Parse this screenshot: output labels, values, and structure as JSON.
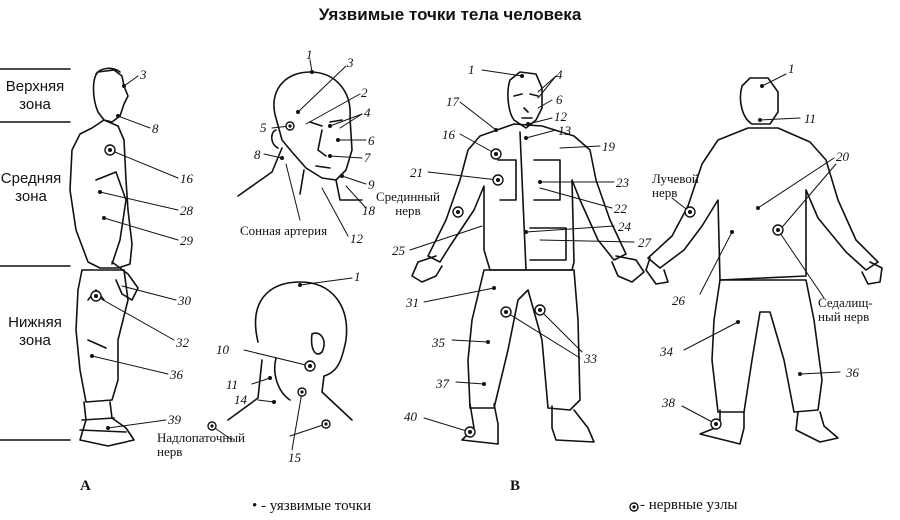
{
  "title": "Уязвимые точки тела человека",
  "zones": {
    "upper": [
      "Верхняя",
      "зона"
    ],
    "middle": [
      "Средняя",
      "зона"
    ],
    "lower": [
      "Нижняя",
      "зона"
    ]
  },
  "labels": {
    "carotid": "Сонная артерия",
    "median_nerve": [
      "Срединный",
      "нерв"
    ],
    "radial_nerve": [
      "Лучевой",
      "нерв"
    ],
    "sciatic_nerve": [
      "Седалищ-",
      "ный нерв"
    ],
    "suprascapular_nerve": [
      "Надлопаточный",
      "нерв"
    ]
  },
  "figure_letters": {
    "a": "А",
    "b": "В"
  },
  "legend": {
    "points": "• - уязвимые точки",
    "nodes": "- нервные узлы"
  },
  "side_numbers": [
    "3",
    "8",
    "16",
    "28",
    "29",
    "30",
    "32",
    "36",
    "39"
  ],
  "head_numbers": [
    "1",
    "3",
    "2",
    "4",
    "5",
    "6",
    "7",
    "8",
    "9",
    "18",
    "12"
  ],
  "neck_numbers": [
    "1",
    "10",
    "11",
    "14",
    "15"
  ],
  "front_numbers": [
    "1",
    "4",
    "6",
    "12",
    "13",
    "17",
    "16",
    "19",
    "21",
    "23",
    "22",
    "24",
    "27",
    "25",
    "31",
    "33",
    "35",
    "37",
    "40"
  ],
  "back_numbers": [
    "1",
    "11",
    "20",
    "26",
    "34",
    "36",
    "38"
  ]
}
